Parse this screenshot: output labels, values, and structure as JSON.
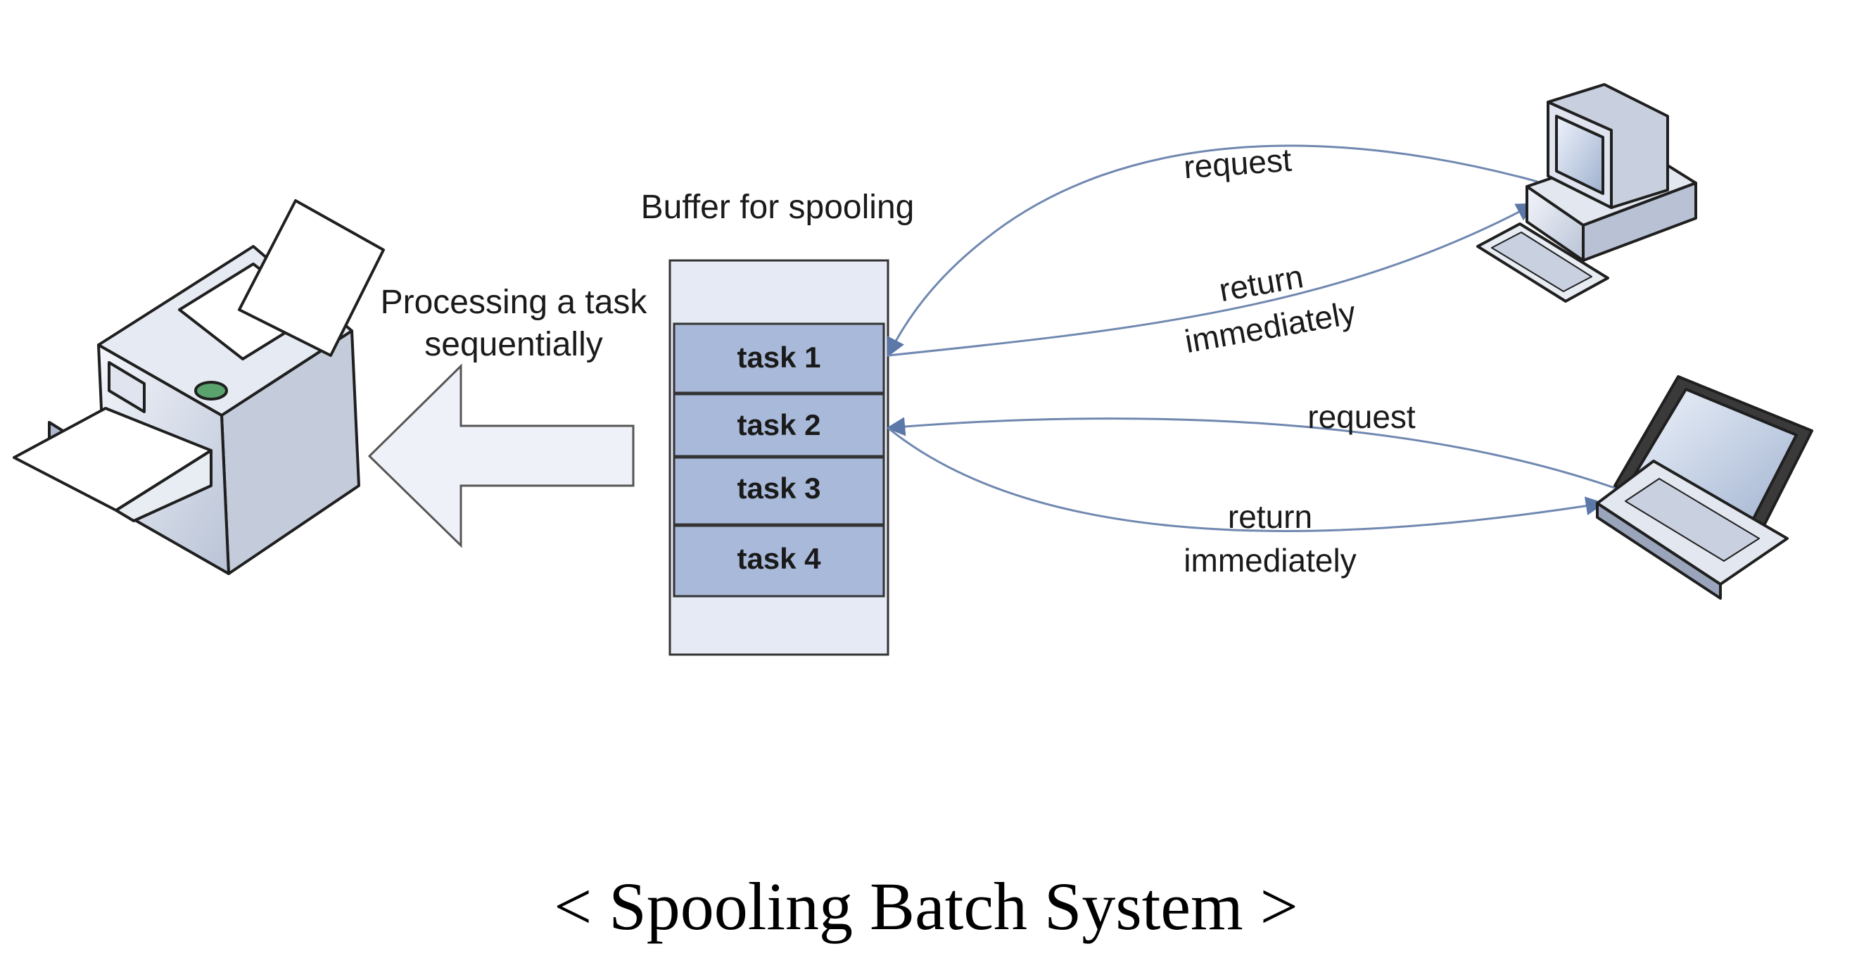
{
  "buffer": {
    "title": "Buffer for spooling",
    "tasks": [
      "task 1",
      "task 2",
      "task 3",
      "task 4"
    ]
  },
  "printer": {
    "process_label_line1": "Processing a task",
    "process_label_line2": "sequentially"
  },
  "desktop_link": {
    "request_label": "request",
    "return_label_line1": "return",
    "return_label_line2": "immediately"
  },
  "laptop_link": {
    "request_label": "request",
    "return_label_line1": "return",
    "return_label_line2": "immediately"
  },
  "caption": "< Spooling Batch System >",
  "colors": {
    "task_fill": "#a9b9d9",
    "buffer_fill": "#e6eaf5",
    "arrow_line": "#7088b0",
    "big_arrow_fill": "#eef1f8"
  }
}
